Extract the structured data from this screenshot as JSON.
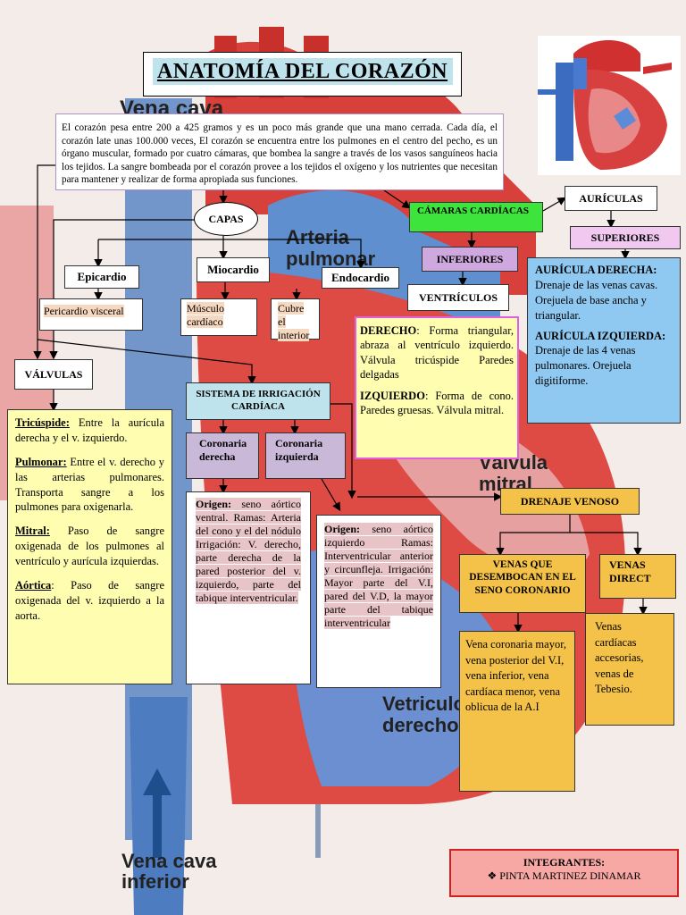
{
  "title": "ANATOMÍA DEL CORAZÓN",
  "intro": "El corazón pesa entre 200 a 425 gramos y es un poco más grande que una mano cerrada. Cada día, el corazón late unas 100.000 veces, El corazón se encuentra entre los pulmones en el centro del pecho, es un órgano muscular, formado por cuatro cámaras, que bombea la sangre a través de los vasos sanguíneos hacia los tejidos. La sangre bombeada por el corazón provee a los tejidos el oxígeno y los nutrientes que necesitan para mantener y realizar de forma apropiada sus funciones.",
  "background_labels": {
    "vena_cava_sup": "Vena cava",
    "arteria_pulmonar": "Arteria pulmonar",
    "valvula_mitral": "Válvula mitral",
    "ventriculo_derecho": "Vetriculo derecho",
    "vena_cava_inf_1": "Vena cava",
    "vena_cava_inf_2": "inferior"
  },
  "capas": {
    "label": "CAPAS",
    "epicardio": "Epicardio",
    "epicardio_desc": "Pericardio visceral",
    "miocardio": "Miocardio",
    "miocardio_desc": "Músculo cardíaco",
    "endocardio": "Endocardio",
    "endocardio_desc": "Cubre el interior"
  },
  "valvulas": {
    "label": "VÁLVULAS",
    "items": [
      {
        "name": "Tricúspide:",
        "text": " Entre la aurícula derecha y el v. izquierdo."
      },
      {
        "name": "Pulmonar:",
        "text": " Entre el v. derecho y las arterias pulmonares. Transporta sangre a los pulmones para oxigenarla."
      },
      {
        "name": "Mitral:",
        "text": " Paso de sangre oxigenada de los pulmones al ventrículo y aurícula izquierdas."
      },
      {
        "name": "Aórtica",
        "text": ": Paso de sangre oxigenada del v. izquierdo a la aorta."
      }
    ]
  },
  "sistema": {
    "label": "SISTEMA DE IRRIGACIÓN CARDÍACA",
    "coronaria_derecha": "Coronaria derecha",
    "coronaria_izquierda": "Coronaria izquierda",
    "der_origen_label": "Origen:",
    "der_desc": " seno aórtico ventral. Ramas: Arteria del cono y el del nódulo Irrigación: V. derecho, parte derecha de la pared posterior del v. izquierdo, parte del tabique interventricular.",
    "izq_origen_label": "Origen:",
    "izq_desc": " seno aórtico izquierdo Ramas: Interventricular anterior y circunfleja. Irrigación: Mayor parte del V.I, pared del V.D, la mayor parte del tabique interventricular"
  },
  "camaras": {
    "label": "CÁMARAS CARDÍACAS",
    "inferiores": "INFERIORES",
    "ventriculos": "VENTRÍCULOS",
    "derecho_label": "DERECHO",
    "derecho_text": ": Forma triangular, abraza al ventrículo izquierdo. Válvula tricúspide Paredes delgadas",
    "izquierdo_label": "IZQUIERDO",
    "izquierdo_text": ": Forma de cono. Paredes gruesas. Válvula mitral."
  },
  "auriculas": {
    "label": "AURÍCULAS",
    "superiores": "SUPERIORES",
    "derecha_label": "AURÍCULA DERECHA:",
    "derecha_text": "Drenaje de las venas cavas. Orejuela de base ancha y triangular.",
    "izquierda_label": "AURÍCULA IZQUIERDA:",
    "izquierda_text": "Drenaje de las 4 venas pulmonares. Orejuela digitiforme."
  },
  "drenaje": {
    "label": "DRENAJE VENOSO",
    "venas_seno": "VENAS QUE DESEMBOCAN EN EL SENO CORONARIO",
    "venas_direct": "VENAS DIRECT",
    "seno_desc": "Vena coronaria mayor, vena posterior del V.I, vena inferior, vena cardíaca menor, vena oblicua de la A.I",
    "direct_desc": "Venas cardíacas accesorias, venas de Tebesio."
  },
  "integrantes": {
    "label": "INTEGRANTES:",
    "members": [
      "PINTA MARTINEZ DINAMAR"
    ]
  },
  "colors": {
    "heart_red": "#d8403c",
    "vessel_blue": "#3a6fb0",
    "panel_yellow": "#fffdb0",
    "panel_orange": "#f4c248",
    "panel_blue": "#8fc8f0"
  }
}
